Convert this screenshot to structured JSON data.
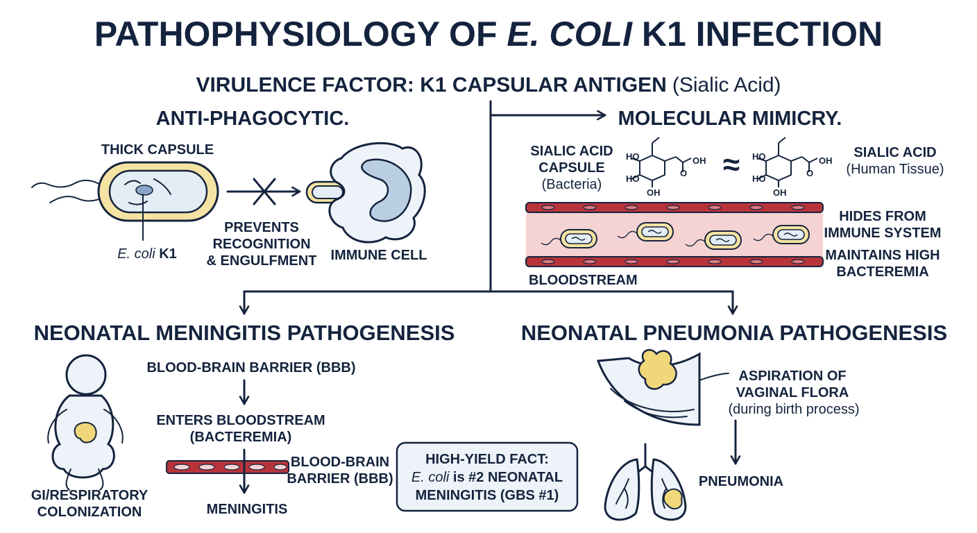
{
  "title": {
    "prefix": "PATHOPHYSIOLOGY OF ",
    "organism": "E. COLI",
    "suffix": " K1 INFECTION"
  },
  "virulence": {
    "label": "VIRULENCE FACTOR: K1 CAPSULAR ANTIGEN",
    "detail": "(Sialic Acid)"
  },
  "anti_phagocytic": {
    "heading": "ANTI-PHAGOCYTIC.",
    "capsule_label": "THICK CAPSULE",
    "organism_italic": "E. coli",
    "organism_suffix": " K1",
    "prevents_lines": [
      "PREVENTS",
      "RECOGNITION",
      "& ENGULFMENT"
    ],
    "immune_cell": "IMMUNE CELL"
  },
  "mimicry": {
    "heading": "MOLECULAR MIMICRY.",
    "left_lines": [
      "SIALIC ACID",
      "CAPSULE"
    ],
    "left_sub": "(Bacteria)",
    "approx": "≈",
    "right_line": "SIALIC ACID",
    "right_sub": "(Human Tissue)",
    "chem": {
      "ho": "HO",
      "oh": "OH",
      "o": "O"
    },
    "bloodstream": "BLOODSTREAM",
    "hides_lines": [
      "HIDES FROM",
      "IMMUNE SYSTEM"
    ],
    "maintains_lines": [
      "MAINTAINS HIGH",
      "BACTEREMIA"
    ]
  },
  "meningitis": {
    "heading": "NEONATAL MENINGITIS PATHOGENESIS",
    "colonization_lines": [
      "GI/RESPIRATORY",
      "COLONIZATION"
    ],
    "bbb_top": "BLOOD-BRAIN BARRIER (BBB)",
    "enters_lines": [
      "ENTERS BLOODSTREAM",
      "(BACTEREMIA)"
    ],
    "bbb_side_lines": [
      "BLOOD-BRAIN",
      "BARRIER (BBB)"
    ],
    "outcome": "MENINGITIS",
    "fact": {
      "line1": "HIGH-YIELD FACT:",
      "line2_italic": "E. coli",
      "line2_rest": " is #2 NEONATAL",
      "line3": "MENINGITIS (GBS #1)"
    }
  },
  "pneumonia": {
    "heading": "NEONATAL PNEUMONIA PATHOGENESIS",
    "aspiration_lines": [
      "ASPIRATION OF",
      "VAGINAL FLORA"
    ],
    "aspiration_sub": "(during birth process)",
    "outcome": "PNEUMONIA"
  },
  "colors": {
    "ink": "#14233d",
    "vessel_red": "#b8343b",
    "vessel_pink": "#f6d3d3",
    "capsule_yellow": "#f5e3a3",
    "cell_blue": "#dde8f4",
    "box_fill": "#eef3f9",
    "accent_yellow": "#f0d77a"
  }
}
